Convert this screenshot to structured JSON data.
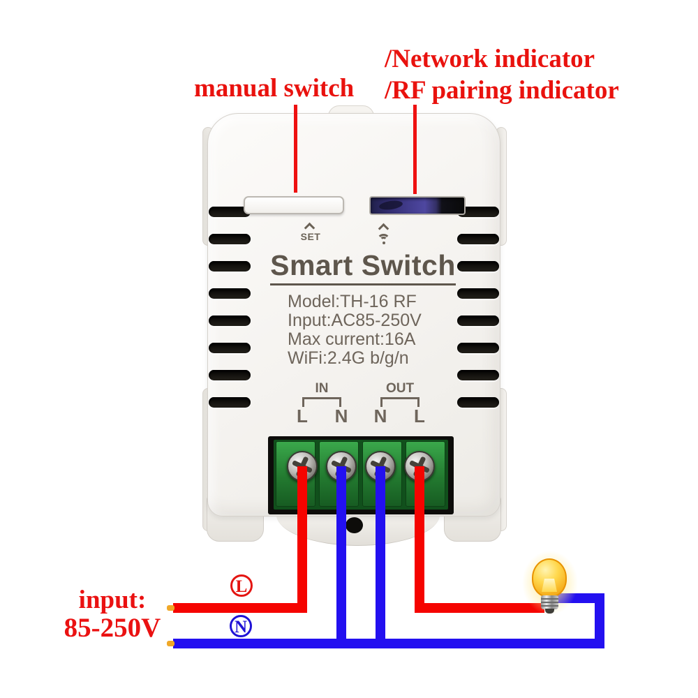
{
  "annotations": {
    "color": "#e9120e",
    "manual_switch_label": "manual switch",
    "indicator_label_line1": "/Network indicator",
    "indicator_label_line2": "/RF pairing indicator",
    "input_line1": "input:",
    "input_line2": "85-250V",
    "live_wire_label": "L",
    "neutral_wire_label": "N"
  },
  "device": {
    "title": "Smart Switch",
    "set_button_label": "SET",
    "specs": [
      "Model:TH-16 RF",
      "Input:AC85-250V",
      "Max current:16A",
      "WiFi:2.4G b/g/n"
    ],
    "terminals": {
      "in_group_label": "IN",
      "out_group_label": "OUT",
      "pins": [
        "L",
        "N",
        "N",
        "L"
      ]
    }
  },
  "wiring": {
    "live_color": "#f50400",
    "neutral_color": "#2310f0",
    "terminal_green": "#2a8c39",
    "led_window_color": "#453f92"
  },
  "icons": {
    "set_chevron": "chevron-up-icon",
    "wifi": "wifi-icon",
    "bulb": "light-bulb-icon"
  }
}
